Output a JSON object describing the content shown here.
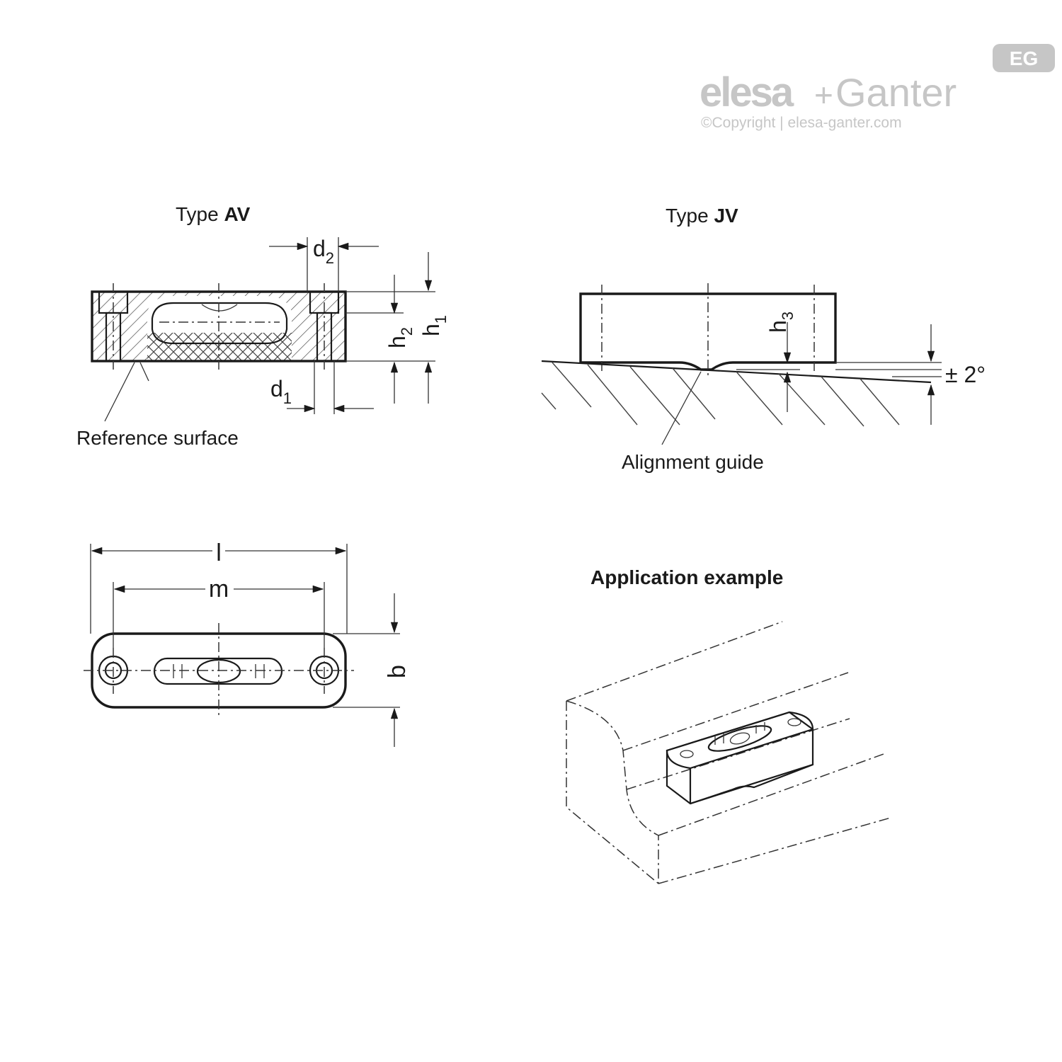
{
  "logo": {
    "brand_left": "elesa",
    "brand_plus": "+",
    "brand_right": "Ganter",
    "badge": "EG",
    "copyright": "©Copyright | elesa-ganter.com"
  },
  "type_av": {
    "title_prefix": "Type ",
    "title_bold": "AV",
    "reference_label": "Reference surface",
    "dims": {
      "d1": "d",
      "d1_sub": "1",
      "d2": "d",
      "d2_sub": "2",
      "h1": "h",
      "h1_sub": "1",
      "h2": "h",
      "h2_sub": "2"
    }
  },
  "type_jv": {
    "title_prefix": "Type ",
    "title_bold": "JV",
    "alignment_label": "Alignment guide",
    "angle": "± 2°",
    "dims": {
      "h3": "h",
      "h3_sub": "3"
    }
  },
  "top_view": {
    "dims": {
      "l": "l",
      "m": "m",
      "b": "b"
    }
  },
  "application": {
    "title": "Application example"
  }
}
